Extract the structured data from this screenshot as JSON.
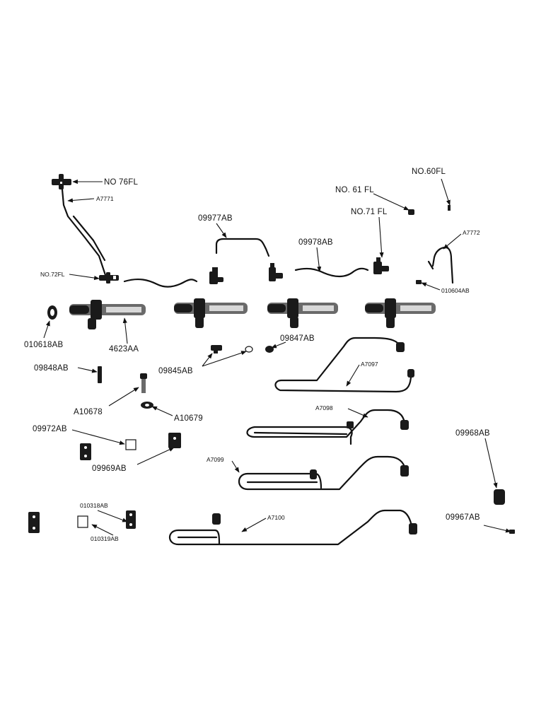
{
  "labels": {
    "no76fl": "NO 76FL",
    "a7771": "A7771",
    "no72fl": "NO.72FL",
    "p010618ab": "010618AB",
    "p4623aa": "4623AA",
    "p09977ab": "09977AB",
    "p09978ab": "09978AB",
    "no61fl": "NO. 61 FL",
    "no60fl": "NO.60FL",
    "no71fl": "NO.71 FL",
    "a7772": "A7772",
    "p010604ab": "010604AB",
    "p09847ab": "09847AB",
    "p09845ab": "09845AB",
    "p09848ab": "09848AB",
    "a10678": "A10678",
    "a10679": "A10679",
    "a7097": "A7097",
    "a7098": "A7098",
    "a7099": "A7099",
    "a7100": "A7100",
    "p09972ab": "09972AB",
    "p09969ab": "09969AB",
    "p09968ab": "09968AB",
    "p09967ab": "09967AB",
    "p010318ab": "010318AB",
    "p010319ab": "010319AB"
  }
}
